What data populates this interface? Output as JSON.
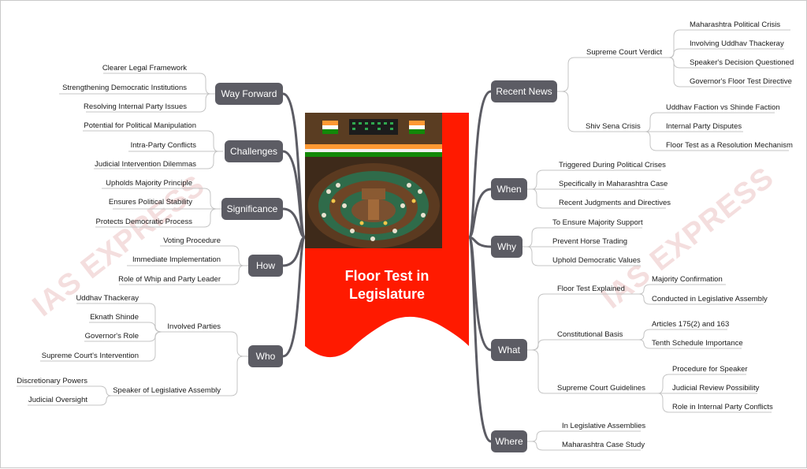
{
  "watermark_text": "IAS EXPRESS",
  "colors": {
    "branch": "#5c5c64",
    "center": "#ff1a00",
    "link": "#5c5c64",
    "leaf_line": "#c4c4c4"
  },
  "center": {
    "title_line1": "Floor Test in",
    "title_line2": "Legislature",
    "image": "legislative-assembly-illustration"
  },
  "right": {
    "recent_news": {
      "label": "Recent News",
      "supreme_court_verdict": {
        "label": "Supreme Court Verdict",
        "items": [
          "Maharashtra Political Crisis",
          "Involving Uddhav Thackeray",
          "Speaker's Decision Questioned",
          "Governor's Floor Test Directive"
        ]
      },
      "shiv_sena_crisis": {
        "label": "Shiv Sena Crisis",
        "items": [
          "Uddhav Faction vs Shinde Faction",
          "Internal Party Disputes",
          "Floor Test as a Resolution Mechanism"
        ]
      }
    },
    "when": {
      "label": "When",
      "items": [
        "Triggered During Political Crises",
        "Specifically in Maharashtra Case",
        "Recent Judgments and Directives"
      ]
    },
    "why": {
      "label": "Why",
      "items": [
        "To Ensure Majority Support",
        "Prevent Horse Trading",
        "Uphold Democratic Values"
      ]
    },
    "what": {
      "label": "What",
      "floor_test_explained": {
        "label": "Floor Test Explained",
        "items": [
          "Majority Confirmation",
          "Conducted in Legislative Assembly"
        ]
      },
      "constitutional_basis": {
        "label": "Constitutional Basis",
        "items": [
          "Articles 175(2) and 163",
          "Tenth Schedule Importance"
        ]
      },
      "supreme_court_guidelines": {
        "label": "Supreme Court Guidelines",
        "items": [
          "Procedure for Speaker",
          "Judicial Review Possibility",
          "Role in Internal Party Conflicts"
        ]
      }
    },
    "where": {
      "label": "Where",
      "items": [
        "In Legislative Assemblies",
        "Maharashtra Case Study"
      ]
    }
  },
  "left": {
    "way_forward": {
      "label": "Way Forward",
      "items": [
        "Clearer Legal Framework",
        "Strengthening Democratic Institutions",
        "Resolving Internal Party Issues"
      ]
    },
    "challenges": {
      "label": "Challenges",
      "items": [
        "Potential for Political Manipulation",
        "Intra-Party Conflicts",
        "Judicial Intervention Dilemmas"
      ]
    },
    "significance": {
      "label": "Significance",
      "items": [
        "Upholds Majority Principle",
        "Ensures Political Stability",
        "Protects Democratic Process"
      ]
    },
    "how": {
      "label": "How",
      "items": [
        "Voting Procedure",
        "Immediate Implementation",
        "Role of Whip and Party Leader"
      ]
    },
    "who": {
      "label": "Who",
      "involved_parties": {
        "label": "Involved Parties",
        "items": [
          "Uddhav Thackeray",
          "Eknath Shinde",
          "Governor's Role",
          "Supreme Court's Intervention"
        ]
      },
      "speaker": {
        "label": "Speaker of Legislative Assembly",
        "items": [
          "Discretionary Powers",
          "Judicial Oversight"
        ]
      }
    }
  }
}
